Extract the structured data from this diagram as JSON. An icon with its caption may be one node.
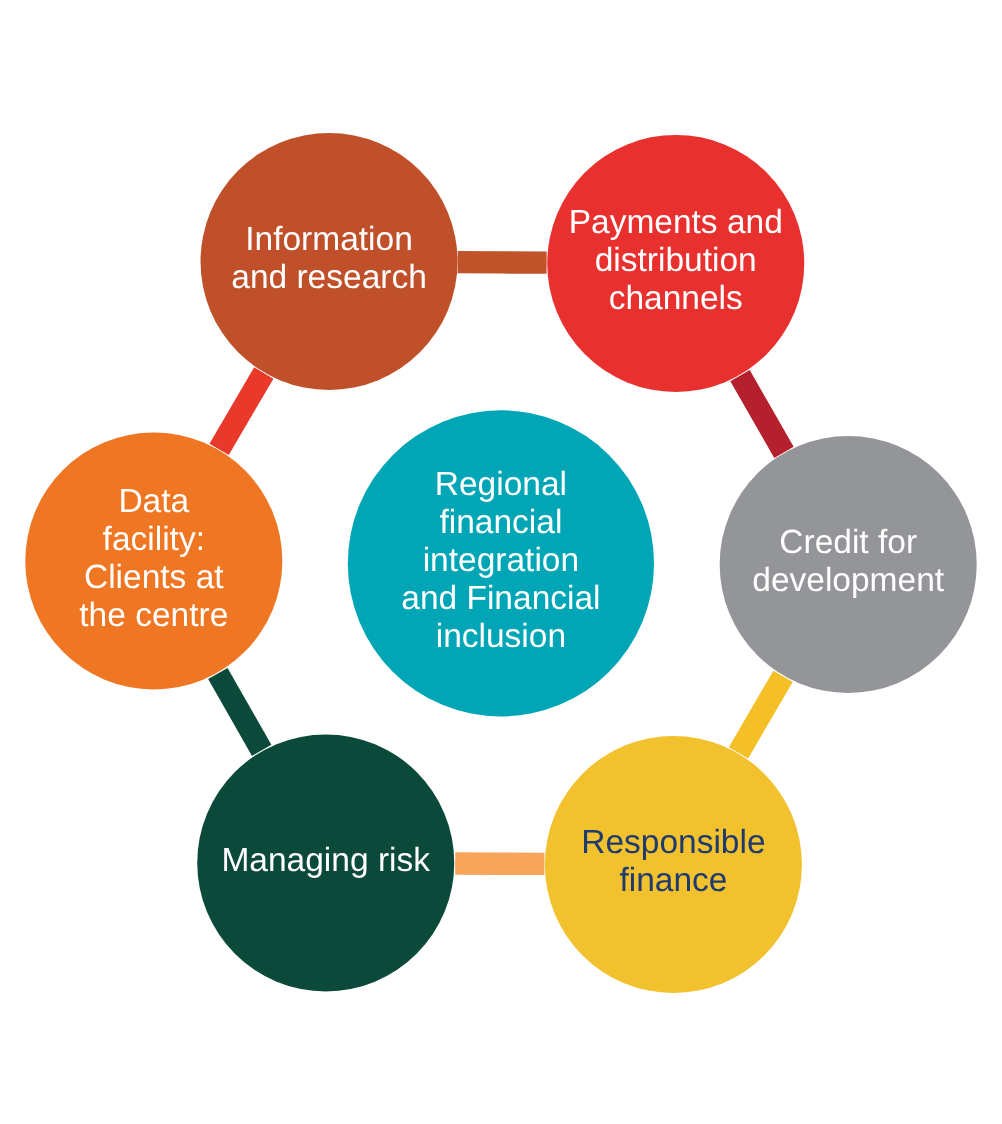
{
  "diagram": {
    "nodes": [
      {
        "text": [
          "Payments and distribution channels"
        ]
      },
      {
        "text": [
          "Credit for development"
        ]
      },
      {
        "text": [
          "Regional financial integration and Financial inclusion"
        ]
      },
      {
        "text": [
          "Information and research"
        ]
      },
      {
        "text": [
          "Responsible finance"
        ]
      },
      {
        "text": [
          "Data facility: Clients at the centre"
        ]
      },
      {
        "text": [
          "Managing risk"
        ]
      }
    ],
    "edges": [
      {
        "from": 0,
        "to": 3,
        "arrow": "none",
        "color": "#c0532a"
      },
      {
        "from": 3,
        "to": 5,
        "arrow": "none",
        "color": "#e8392a"
      },
      {
        "from": 5,
        "to": 6,
        "arrow": "none",
        "color": "#0b4a3a"
      },
      {
        "from": 6,
        "to": 4,
        "arrow": "none",
        "color": "#f6a55a"
      },
      {
        "from": 4,
        "to": 1,
        "arrow": "none",
        "color": "#f5c027"
      },
      {
        "from": 1,
        "to": 0,
        "arrow": "none",
        "color": "#b5202e"
      }
    ]
  }
}
